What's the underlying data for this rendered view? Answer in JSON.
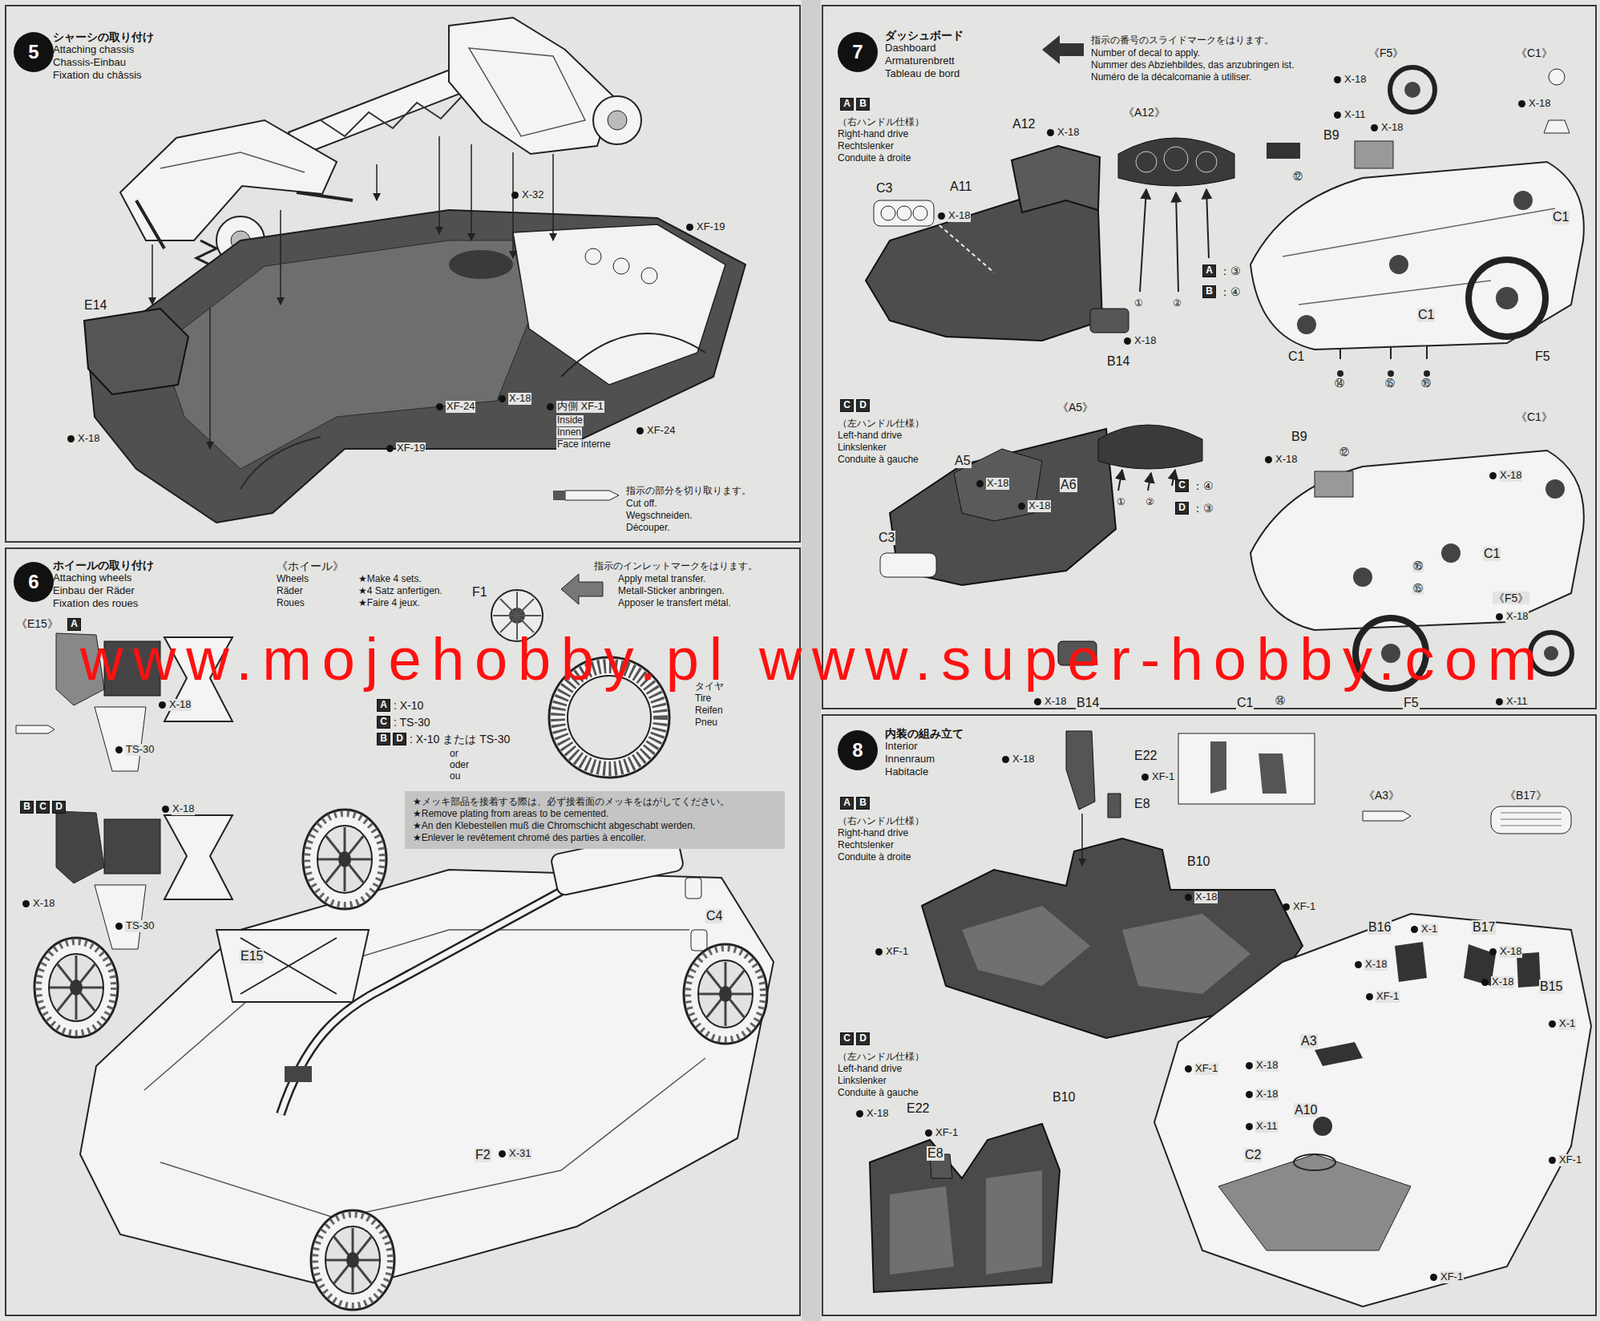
{
  "diagram": {
    "nodes": [
      {
        "text": [
          "シャーシの取り付け",
          "Attaching chassis",
          "Chassis-Einbau",
          "Fixation du châssis"
        ]
      },
      {
        "text": [
          "5"
        ],
        "in": 0
      },
      {
        "text": [
          "ホイールの取り付け",
          "Attaching wheels",
          "Einbau der Räder",
          "Fixation des roues"
        ]
      },
      {
        "text": [
          "6"
        ],
        "in": 2
      },
      {
        "text": [
          "★メッキ部品を接着する際は、必ず接着面のメッキをはがしてください。",
          "★Remove plating from areas to be cemented.",
          "★An den Klebestellen muß die Chromschicht abgeschabt werden.",
          "★Enlever le revêtement chromé des parties à encoller."
        ],
        "in": 2
      },
      {
        "text": [
          "ダッシュボード",
          "Dashboard",
          "Armaturenbrett",
          "Tableau de bord"
        ]
      },
      {
        "text": [
          "7"
        ],
        "in": 5
      },
      {
        "text": [
          "内装の組み立て",
          "Interior",
          "Innenraum",
          "Habitacle"
        ]
      },
      {
        "text": [
          "8"
        ],
        "in": 7
      }
    ],
    "labels": [
      "E14",
      "X-18",
      "X-32",
      "XF-19",
      "XF-24",
      "X-18",
      "内側 XF-1",
      "Inside",
      "Innen",
      "Face interne",
      "XF-24",
      "XF-19",
      "指示の部分を切り取ります。",
      "Cut off.",
      "Wegschneiden.",
      "Découper.",
      "《E15》",
      "A",
      "X-18",
      "TS-30",
      "B",
      "C",
      "D",
      "X-18",
      "X-18",
      "TS-30",
      "《ホイール》",
      "Wheels",
      "Räder",
      "Roues",
      "★Make 4 sets.",
      "★4 Satz anfertigen.",
      "★Faire 4 jeux.",
      "F1",
      "指示のインレットマークをはります。",
      "Apply metal transfer.",
      "Metall-Sticker anbringen.",
      "Apposer le transfert métal.",
      "A",
      ": X-10",
      "C",
      ": TS-30",
      "B",
      "D",
      ": X-10 または TS-30",
      "or",
      "oder",
      "ou",
      "タイヤ",
      "Tire",
      "Reifen",
      "Pneu",
      "E15",
      "C4",
      "F2",
      "X-31",
      "指示の番号のスライドマークをはります。",
      "Number of decal to apply.",
      "Nummer des Abziehbildes, das anzubringen ist.",
      "Numéro de la décalcomanie à utiliser.",
      "《F5》",
      "《C1》",
      "X-18",
      "X-11",
      "X-18",
      "A",
      "B",
      "（右ハンドル仕様）",
      "Right-hand drive",
      "Rechtslenker",
      "Conduite à droite",
      "A12",
      "X-18",
      "《A12》",
      "C3",
      "A11",
      "X-18",
      "①",
      "②",
      "A",
      "：③",
      "B",
      "：④",
      "X-18",
      "B14",
      "⑫",
      "B9",
      "X-18",
      "C1",
      "C1",
      "C1",
      "F5",
      "⑭",
      "⑮",
      "⑯",
      "C",
      "D",
      "（左ハンドル仕様）",
      "Left-hand drive",
      "Linkslenker",
      "Conduite à gauche",
      "《A5》",
      "A5",
      "X-18",
      "X-18",
      "A6",
      "C3",
      "①",
      "②",
      "C",
      "：④",
      "D",
      "：③",
      "B9",
      "X-18",
      "⑫",
      "《C1》",
      "X-18",
      "C1",
      "⑯",
      "⑮",
      "《F5》",
      "X-18",
      "X-11",
      "F5",
      "C1",
      "⑭",
      "X-18",
      "B14",
      "A",
      "B",
      "（右ハンドル仕様）",
      "Right-hand drive",
      "Rechtslenker",
      "Conduite à droite",
      "X-18",
      "E22",
      "XF-1",
      "E8",
      "B10",
      "X-18",
      "XF-1",
      "XF-1",
      "XF-1",
      "《A3》",
      "《B17》",
      "B16",
      "X-1",
      "B17",
      "X-18",
      "X-18",
      "X-18",
      "B15",
      "XF-1",
      "X-1",
      "A3",
      "X-18",
      "X-18",
      "A10",
      "X-11",
      "C2",
      "XF-1",
      "XF-1",
      "C",
      "D",
      "（左ハンドル仕様）",
      "Left-hand drive",
      "Linkslenker",
      "Conduite à gauche",
      "X-18",
      "E22",
      "XF-1",
      "E8",
      "B10",
      "www.mojehobby.pl www.super-hobby.com"
    ]
  }
}
